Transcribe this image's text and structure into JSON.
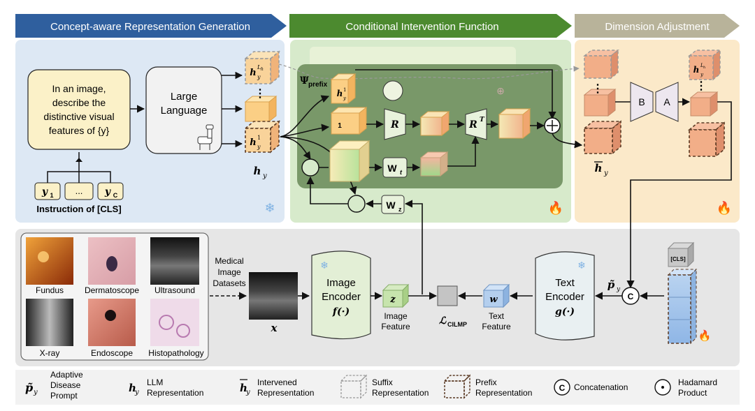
{
  "stages": {
    "stage1": "Concept-aware Representation Generation",
    "stage2": "Conditional Intervention Function",
    "stage3": "Dimension Adjustment"
  },
  "colors": {
    "stage1_arrow": "#2f5f9e",
    "stage2_arrow": "#4c8a2f",
    "stage3_arrow": "#b8b39a",
    "panel_blue": "#dde8f4",
    "panel_green": "#d7eacb",
    "panel_dark_green": "#6f8f5e",
    "panel_peach": "#fbe9c9",
    "panel_gray": "#e6e6e6",
    "prompt_box": "#fbf1c8",
    "cube_orange": "#f7c98c",
    "cube_salmon": "#f2b08c"
  },
  "prompt": {
    "line1": "In an image,",
    "line2": "describe the",
    "line3": "distinctive visual",
    "line4": "features of {y}"
  },
  "llm": {
    "line1": "Large",
    "line2": "Language"
  },
  "classes": {
    "y1": "y",
    "y1_sub": "1",
    "dots": "...",
    "yc": "y",
    "yc_sub": "C"
  },
  "instruction_label": "Instruction of [CLS]",
  "symbols": {
    "h": "h",
    "y": "y",
    "sup_one": "1",
    "sup_Lh": "L",
    "sup_h": "h",
    "vdots": "⋮",
    "psi": "Ψ",
    "prefix_sub": "prefix",
    "one": "1",
    "R": "R",
    "RT": "R",
    "T": "T",
    "W": "W",
    "t": "t",
    "z": "z",
    "B": "B",
    "A": "A",
    "x": "x",
    "w": "w",
    "L": "ℒ",
    "cilmp": "CILMP",
    "p": "p̃",
    "C": "C",
    "cls": "[CLS]",
    "oplus": "⊕",
    "odot": "⊙"
  },
  "images": [
    "Fundus",
    "Dermatoscope",
    "Ultrasound",
    "X-ray",
    "Endoscope",
    "Histopathology"
  ],
  "dataset_label": {
    "line1": "Medical",
    "line2": "Image",
    "line3": "Datasets"
  },
  "image_encoder": {
    "line1": "Image",
    "line2": "Encoder",
    "fn": "f(·)"
  },
  "text_encoder": {
    "line1": "Text",
    "line2": "Encoder",
    "fn": "g(·)"
  },
  "image_feature": {
    "line1": "Image",
    "line2": "Feature"
  },
  "text_feature": {
    "line1": "Text",
    "line2": "Feature"
  },
  "legend": [
    {
      "key": "adaptive",
      "line1": "Adaptive",
      "line2": "Disease",
      "line3": "Prompt"
    },
    {
      "key": "llm",
      "line1": "LLM",
      "line2": "Representation"
    },
    {
      "key": "intervened",
      "line1": "Intervened",
      "line2": "Representation"
    },
    {
      "key": "suffix",
      "line1": "Suffix",
      "line2": "Representation"
    },
    {
      "key": "prefix",
      "line1": "Prefix",
      "line2": "Representation"
    },
    {
      "key": "concat",
      "line1": "Concatenation"
    },
    {
      "key": "hadamard",
      "line1": "Hadamard",
      "line2": "Product"
    }
  ]
}
